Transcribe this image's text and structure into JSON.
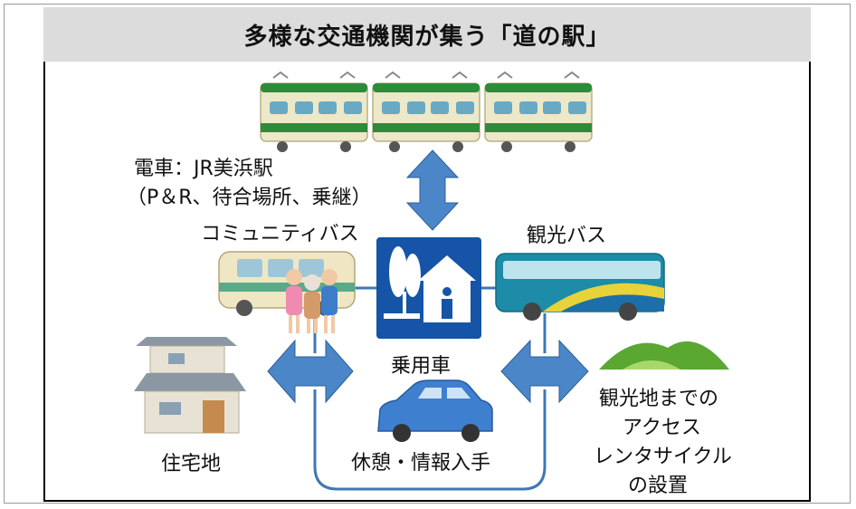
{
  "title": "多様な交通機関が集う「道の駅」",
  "labels": {
    "train_line1": "電車：JR美浜駅",
    "train_line2": "（P＆R、待合場所、乗継）",
    "community_bus": "コミュニティバス",
    "tour_bus": "観光バス",
    "car": "乗用車",
    "rest": "休憩・情報入手",
    "housing": "住宅地",
    "tourism_line1": "観光地までの",
    "tourism_line2": "アクセス",
    "tourism_line3": "レンタサイクル",
    "tourism_line4": "の設置"
  },
  "colors": {
    "arrow": "#4a86c8",
    "station_sign": "#1554a6",
    "title_bg": "#dcdcdc",
    "train_body": "#ece8c8",
    "train_stripe": "#2e8b3a",
    "tour_bus": "#1c8ca8",
    "car": "#3f7fd0",
    "hills": "#5aa832"
  }
}
